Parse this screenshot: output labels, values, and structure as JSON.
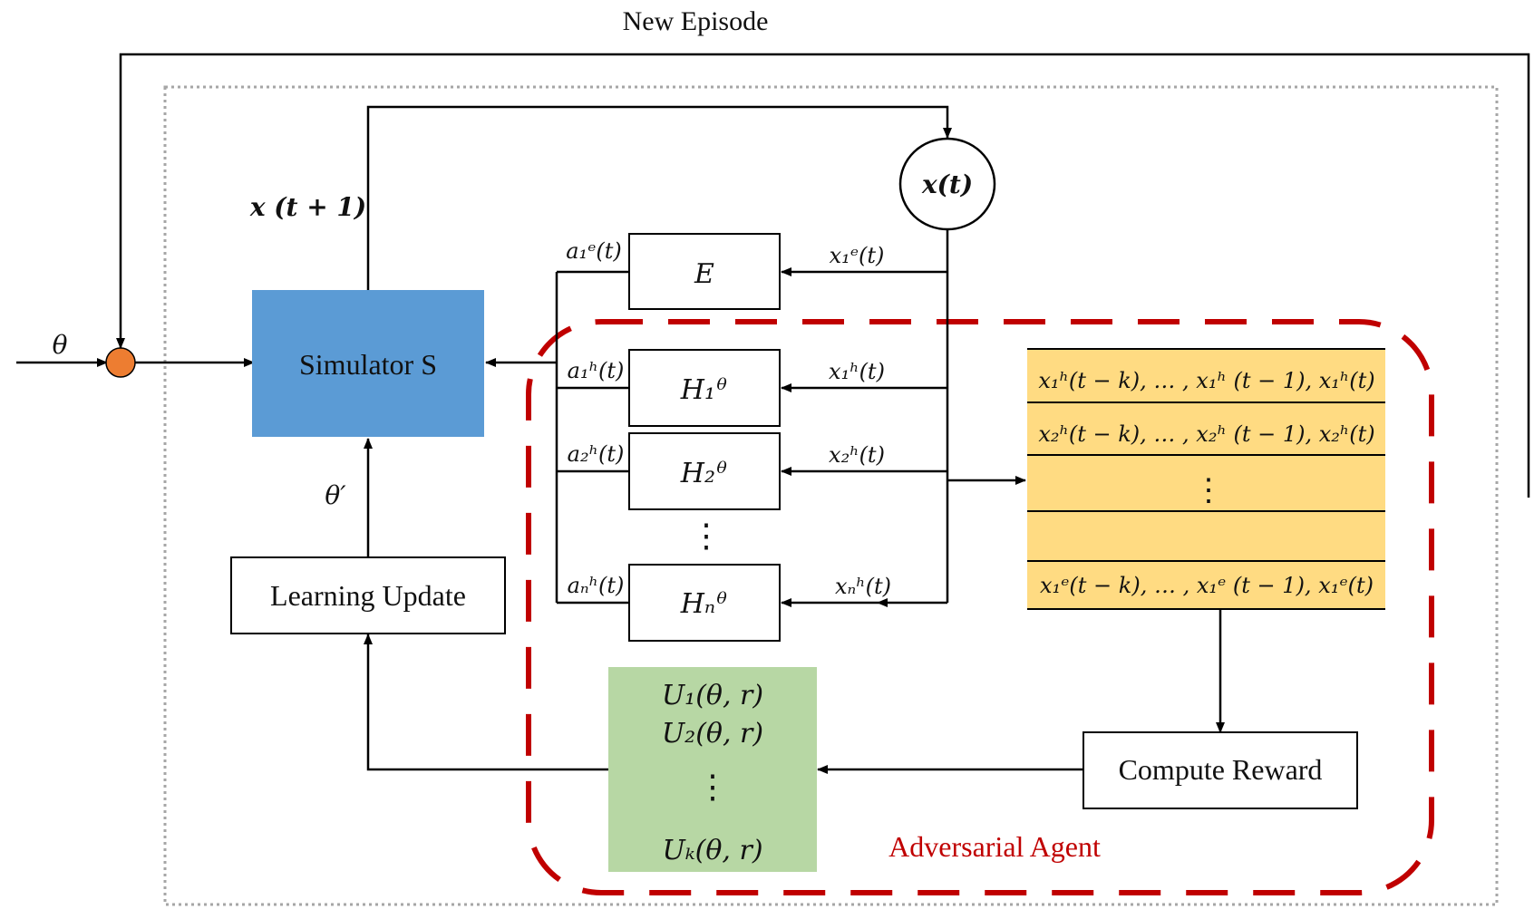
{
  "labels": {
    "new_episode": "New Episode",
    "theta_in": "θ",
    "x_next": "x (t + 1)",
    "x_t": "x(t)",
    "simulator": "Simulator S",
    "theta_prime": "θ′",
    "learning_update": "Learning Update",
    "compute_reward": "Compute Reward",
    "adversarial_agent": "Adversarial Agent"
  },
  "agents": {
    "e": {
      "box": "E",
      "action": "a₁ᵉ(t)",
      "obs": "x₁ᵉ(t)"
    },
    "h1": {
      "box": "H₁ᶿ",
      "action": "a₁ʰ(t)",
      "obs": "x₁ʰ(t)"
    },
    "h2": {
      "box": "H₂ᶿ",
      "action": "a₂ʰ(t)",
      "obs": "x₂ʰ(t)"
    },
    "hn": {
      "box": "Hₙᶿ",
      "action": "aₙʰ(t)",
      "obs": "xₙʰ(t)"
    },
    "dots": "⋮"
  },
  "buffer": {
    "rows": [
      "x₁ʰ(t − k), … , x₁ʰ (t − 1), x₁ʰ(t)",
      "x₂ʰ(t − k), … , x₂ʰ (t − 1), x₂ʰ(t)",
      "⋮",
      "",
      "x₁ᵉ(t − k), … , x₁ᵉ (t − 1), x₁ᵉ(t)"
    ]
  },
  "utilities": {
    "lines": [
      "U₁(θ, r)",
      "U₂(θ, r)",
      "⋮",
      "Uₖ(θ, r)"
    ]
  },
  "colors": {
    "simulator_fill": "#5b9bd5",
    "buffer_fill": "#ffdb82",
    "utility_fill": "#b7d7a4",
    "agent_dash": "#c00000",
    "junction_fill": "#ed7d31",
    "outer_dotted": "#a6a6a6"
  }
}
